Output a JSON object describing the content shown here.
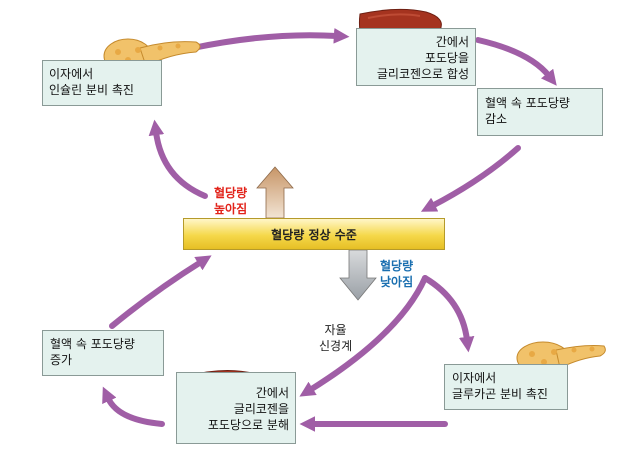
{
  "center": {
    "label": "혈당량 정상 수준"
  },
  "boxes": {
    "pancreas_insulin": [
      "이자에서",
      "인슐린 분비 촉진"
    ],
    "liver_synthesis": [
      "간에서",
      "포도당을",
      "글리코젠으로 합성"
    ],
    "blood_decrease": [
      "혈액 속 포도당량",
      "감소"
    ],
    "blood_increase": [
      "혈액 속 포도당량",
      "증가"
    ],
    "liver_breakdown": [
      "간에서",
      "글리코젠을",
      "포도당으로 분해"
    ],
    "pancreas_glucagon": [
      "이자에서",
      "글루카곤 분비 촉진"
    ]
  },
  "labels": {
    "high": [
      "혈당량",
      "높아짐"
    ],
    "low": [
      "혈당량",
      "낮아짐"
    ],
    "autonomic": [
      "자율",
      "신경계"
    ]
  },
  "colors": {
    "arrow": "#a05ea6",
    "high_text": "#e2231a",
    "low_text": "#1a6fb0",
    "box_fill": "#e4f2ee",
    "liver": "#a5331f",
    "pancreas": "#f1c26a"
  }
}
